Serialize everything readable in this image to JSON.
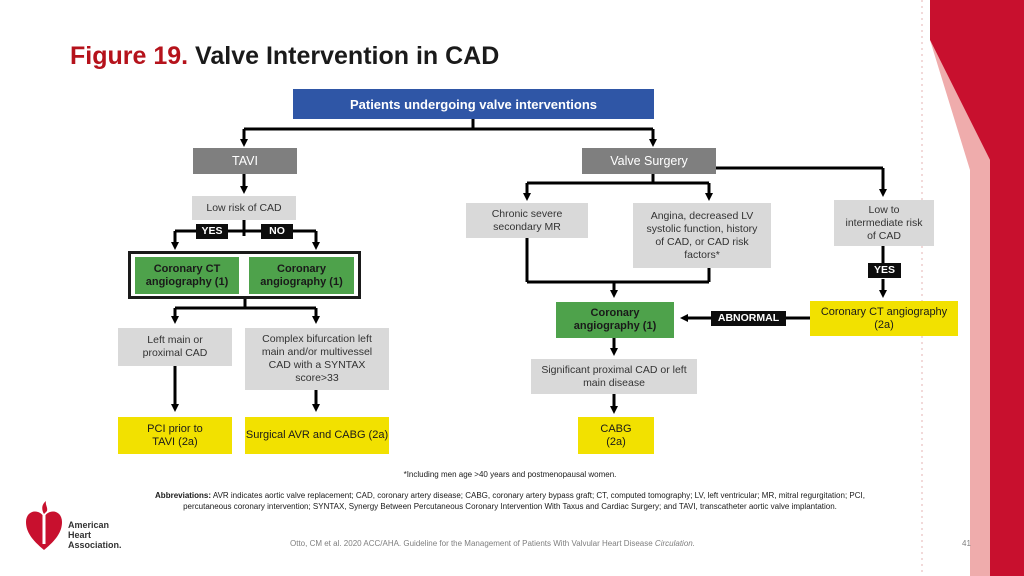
{
  "title": {
    "figure_label": "Figure 19.",
    "text": "Valve Intervention in CAD"
  },
  "nodes": {
    "root": "Patients undergoing valve interventions",
    "tavi": "TAVI",
    "valve_surgery": "Valve Surgery",
    "low_risk_cad": "Low risk of CAD",
    "yes_left": "YES",
    "no_left": "NO",
    "coronary_ct_left": "Coronary CT angiography (1)",
    "coronary_angio_left": "Coronary angiography (1)",
    "left_main": "Left main or proximal CAD",
    "complex_bifurcation": "Complex bifurcation left main and/or multivessel CAD with a SYNTAX score>33",
    "pci_prior": "PCI prior to TAVI (2a)",
    "surgical_avr": "Surgical AVR and CABG (2a)",
    "chronic_mr": "Chronic severe secondary MR",
    "angina": "Angina, decreased LV systolic function, history of CAD, or CAD risk factors*",
    "low_intermediate": "Low to intermediate risk of CAD",
    "yes_right": "YES",
    "coronary_ct_right": "Coronary CT angiography (2a)",
    "abnormal": "ABNORMAL",
    "coronary_angio_center": "Coronary angiography (1)",
    "significant_cad": "Significant proximal CAD or left main disease",
    "cabg": "CABG (2a)"
  },
  "footnote": "*Including men age >40 years and postmenopausal women.",
  "abbreviations": {
    "label": "Abbreviations:",
    "text": "AVR indicates aortic valve replacement; CAD, coronary artery disease; CABG, coronary artery bypass graft; CT, computed tomography; LV, left ventricular; MR, mitral regurgitation; PCI, percutaneous coronary intervention; SYNTAX, Synergy Between Percutaneous Coronary Intervention With Taxus and Cardiac Surgery; and TAVI, transcatheter aortic valve implantation."
  },
  "logo": {
    "line1": "American",
    "line2": "Heart",
    "line3": "Association."
  },
  "citation": {
    "text": "Otto, CM et al. 2020 ACC/AHA. Guideline for the Management of Patients With Valvular Heart Disease",
    "journal": "Circulation."
  },
  "page_number": "41",
  "colors": {
    "accent_red": "#b5121b",
    "blue": "#2f56a6",
    "green": "#4ea24b",
    "yellow": "#f2e100",
    "gray": "#d9d9d9",
    "dark_gray": "#7f7f7f"
  }
}
